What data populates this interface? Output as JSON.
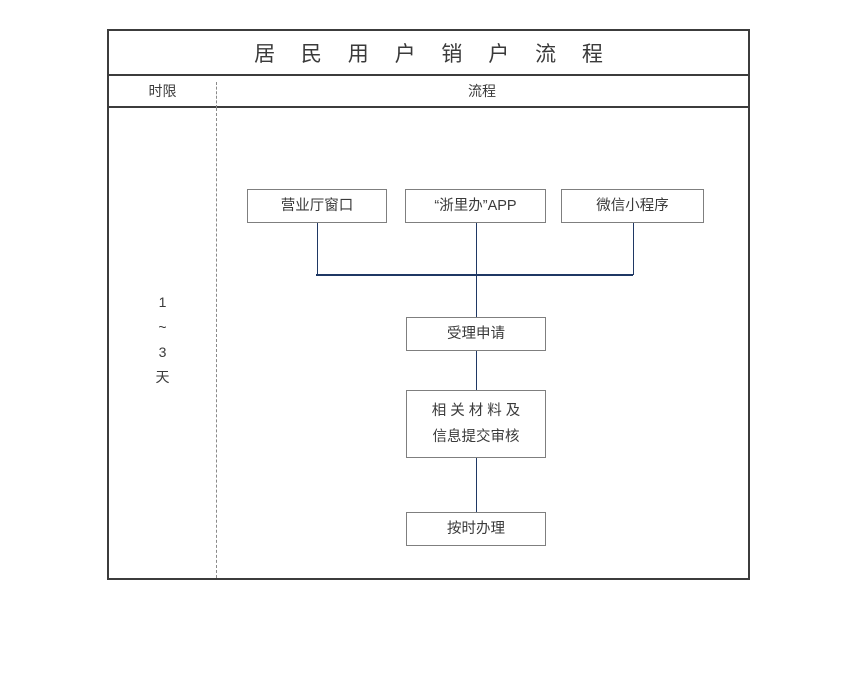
{
  "document": {
    "title": "居 民 用 户 销 户 流 程",
    "columns": [
      {
        "key": "time_limit",
        "header": "时限"
      },
      {
        "key": "process",
        "header": "流程"
      }
    ],
    "time_limit": {
      "lines": [
        "1",
        "~",
        "3",
        "天"
      ]
    }
  },
  "flow": {
    "channels": [
      {
        "id": "hall",
        "label": "营业厅窗口"
      },
      {
        "id": "app",
        "label": "“浙里办”APP"
      },
      {
        "id": "wechat",
        "label": "微信小程序"
      }
    ],
    "steps": [
      {
        "id": "accept",
        "lines": [
          "受理申请"
        ]
      },
      {
        "id": "materials",
        "lines": [
          "相关材料及",
          "信息提交审核"
        ]
      },
      {
        "id": "handle",
        "lines": [
          "按时办理"
        ]
      }
    ]
  },
  "style": {
    "frame_color": "#3c3c3c",
    "node_border_color": "#7f7f7f",
    "connector_color": "#1f3864",
    "text_color": "#3a3a3a",
    "divider_color": "#8a8a8a",
    "background": "#ffffff"
  }
}
